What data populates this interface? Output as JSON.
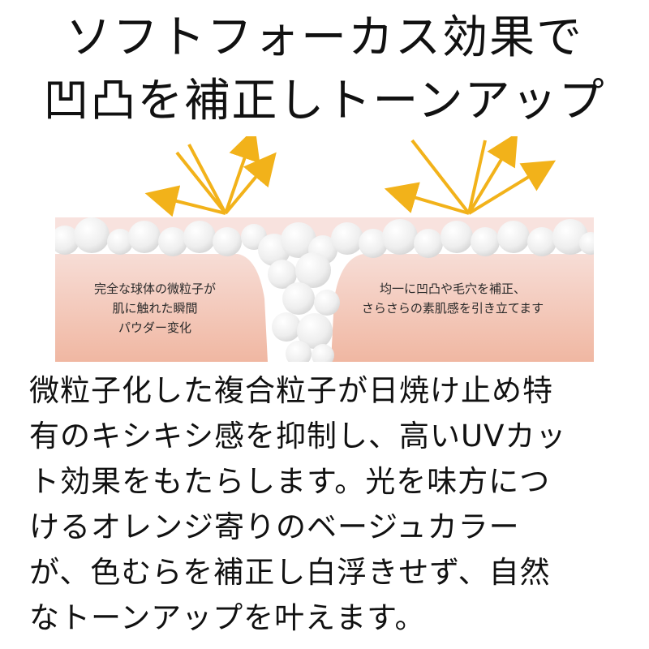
{
  "headline": [
    "ソフトフォーカス効果で",
    "凹凸を補正しトーンアップ"
  ],
  "illustration": {
    "caption_left": [
      "完全な球体の微粒子が",
      "肌に触れた瞬間",
      "パウダー変化"
    ],
    "caption_right": [
      "均一に凹凸や毛穴を補正、",
      "さらさらの素肌感を引き立てます"
    ],
    "colors": {
      "skin_top": "#f6d8d2",
      "skin_bottom": "#f0b9a6",
      "band": "#f7dedb",
      "ray": "#f2b21a",
      "sphere": "#f4f4f4"
    }
  },
  "body_text": [
    "微粒子化した複合粒子が日焼け止め特",
    "有のキシキシ感を抑制し、高いUVカッ",
    "ト効果をもたらします。光を味方につ",
    "けるオレンジ寄りのベージュカラー",
    "が、色むらを補正し白浮きせず、自然",
    "なトーンアップを叶えます。"
  ]
}
